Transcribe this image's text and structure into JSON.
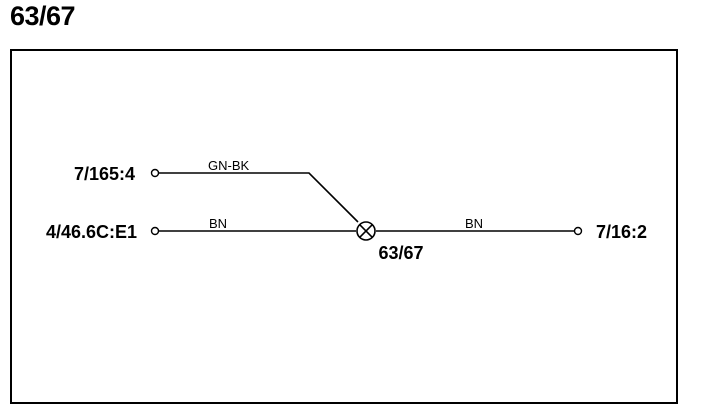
{
  "title": "63/67",
  "diagram": {
    "connectors": {
      "left_top": "7/165:4",
      "left_bottom": "4/46.6C:E1",
      "right": "7/16:2"
    },
    "splice": {
      "label": "63/67"
    },
    "wires": {
      "top": "GN-BK",
      "bottom_left": "BN",
      "right": "BN"
    }
  }
}
